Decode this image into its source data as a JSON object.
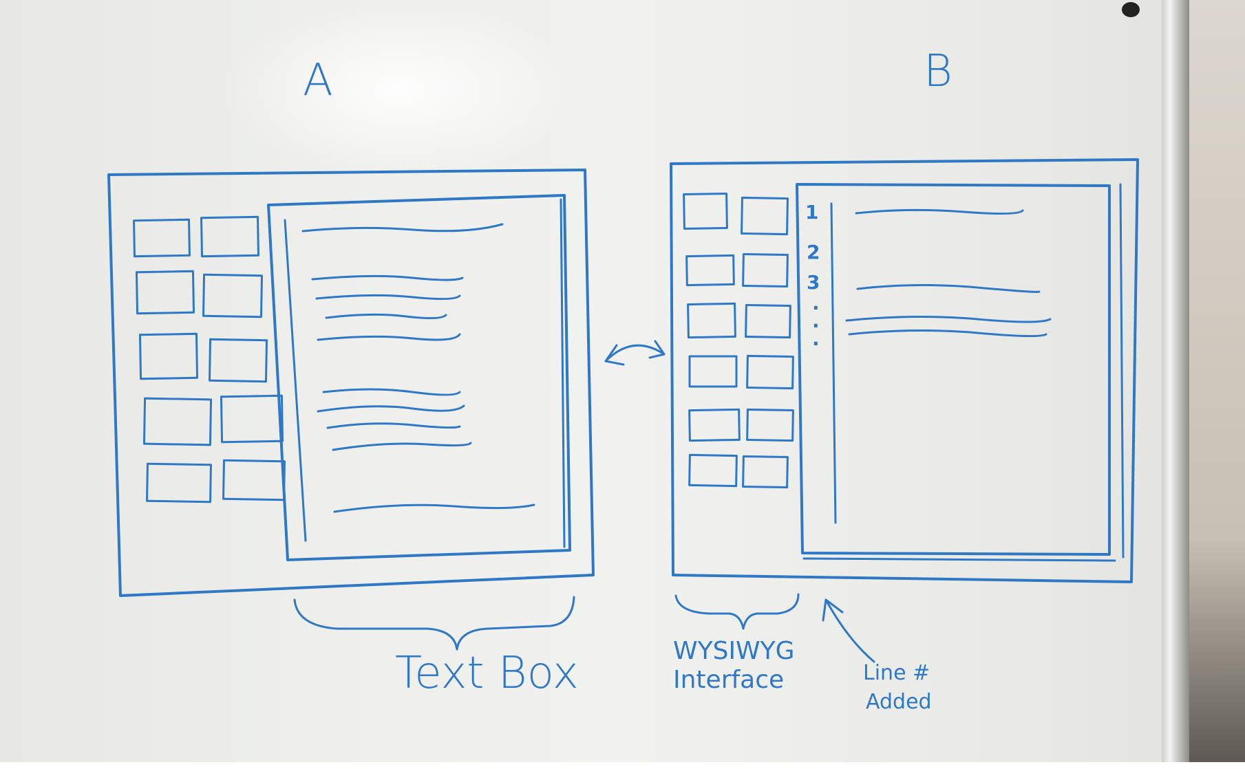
{
  "panels": {
    "a": {
      "heading": "A"
    },
    "b": {
      "heading": "B",
      "line_numbers": [
        "1",
        "2",
        "3"
      ],
      "ellipsis_dots": ".",
      "ellipsis_dots_count": 3
    }
  },
  "annotations": {
    "text_box": "Text Box",
    "wysiwyg_line1": "WYSIWYG",
    "wysiwyg_line2": "Interface",
    "line_num_line1": "Line #",
    "line_num_line2": "Added"
  },
  "colors": {
    "ink": "#2f78c6",
    "board": "#eeefeb"
  }
}
